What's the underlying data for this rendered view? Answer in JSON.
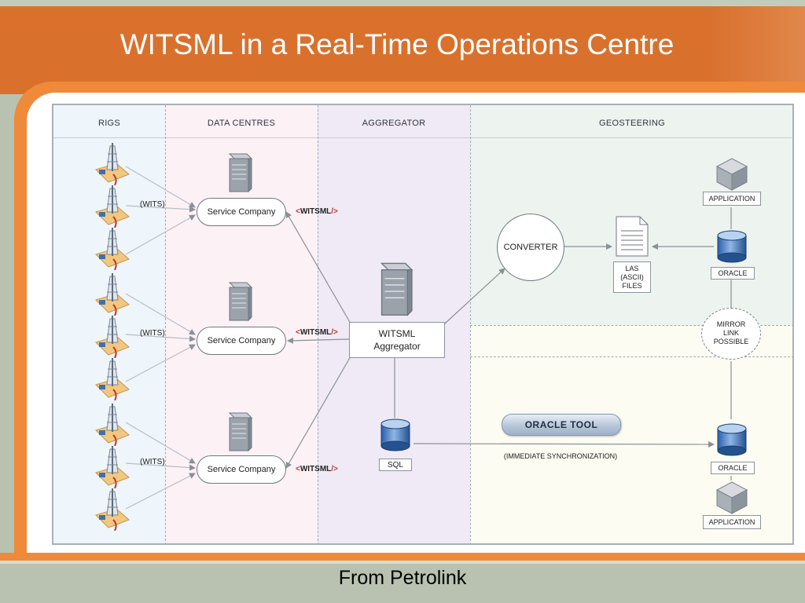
{
  "slide": {
    "title": "WITSML in a Real-Time Operations Centre",
    "footer": "From Petrolink"
  },
  "colors": {
    "orange": "#d9712d",
    "frame_orange": "#ef8a3a",
    "olive_band": "#b9c2b1",
    "rigs_bg": "#eef5fb",
    "data_centres_bg": "#fcf1f5",
    "aggregator_bg": "#efeaf6",
    "geosteering_top_bg": "#edf3ef",
    "geosteering_bottom_bg": "#fcfcf2"
  },
  "columns": {
    "rigs": "RIGS",
    "data_centres": "DATA CENTRES",
    "aggregator": "AGGREGATOR",
    "geosteering": "GEOSTEERING"
  },
  "labels": {
    "wits": "(WITS)",
    "witsml_tag": "WITSML",
    "service_company": "Service Company",
    "aggregator_line1": "WITSML",
    "aggregator_line2": "Aggregator",
    "sql": "SQL",
    "converter": "CONVERTER",
    "las_line1": "LAS",
    "las_line2": "(ASCII)",
    "las_line3": "FILES",
    "application": "APPLICATION",
    "oracle": "ORACLE",
    "mirror_line1": "MIRROR",
    "mirror_line2": "LINK",
    "mirror_line3": "POSSIBLE",
    "oracle_tool": "ORACLE TOOL",
    "sync": "(IMMEDIATE SYNCHRONIZATION)"
  },
  "icons": {
    "rig": "drilling-rig-icon",
    "server": "server-tower-icon",
    "database": "database-cylinder-icon",
    "application": "cube-icon",
    "document": "document-icon"
  }
}
